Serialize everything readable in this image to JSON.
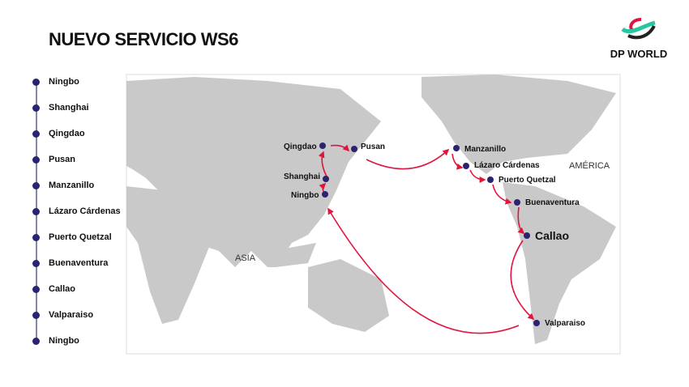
{
  "title": "NUEVO SERVICIO WS6",
  "logo": {
    "text": "DP WORLD"
  },
  "route": [
    "Ningbo",
    "Shanghai",
    "Qingdao",
    "Pusan",
    "Manzanillo",
    "Lázaro Cárdenas",
    "Puerto Quetzal",
    "Buenaventura",
    "Callao",
    "Valparaiso",
    "Ningbo"
  ],
  "map": {
    "regions": {
      "asia": "ASIA",
      "america": "AMÉRICA"
    },
    "ports": {
      "qingdao": "Qingdao",
      "pusan": "Pusan",
      "shanghai": "Shanghai",
      "ningbo": "Ningbo",
      "manzanillo": "Manzanillo",
      "lazaro": "Lázaro Cárdenas",
      "quetzal": "Puerto Quetzal",
      "buenaventura": "Buenaventura",
      "callao": "Callao",
      "valparaiso": "Valparaiso"
    }
  },
  "colors": {
    "route": "#e0143c",
    "dot": "#2a2470",
    "land": "#c9c9c9"
  }
}
